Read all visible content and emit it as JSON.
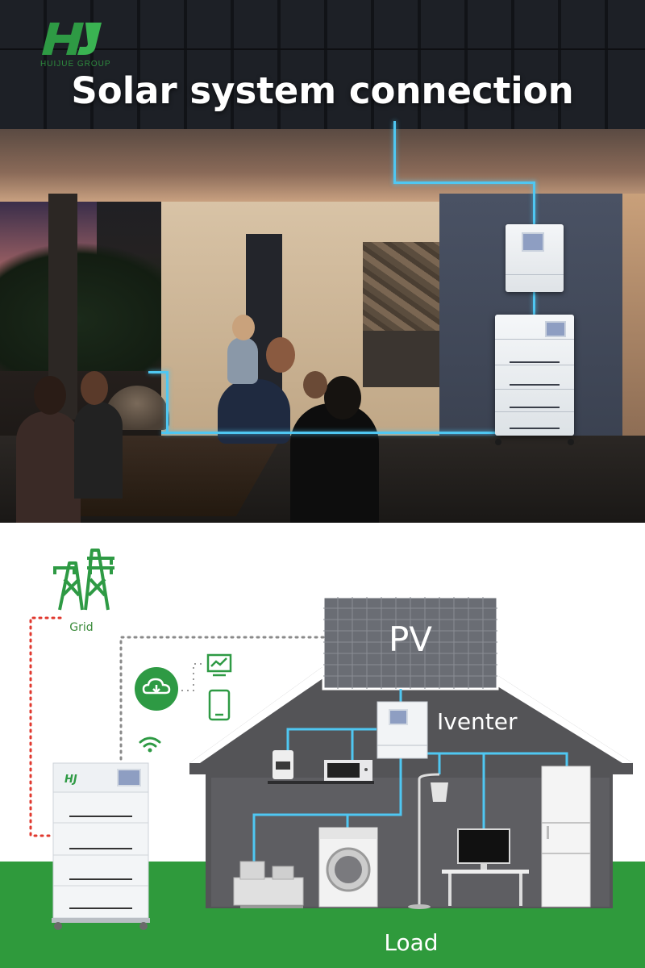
{
  "brand": {
    "logo_text": "HJ",
    "logo_subtitle": "HUIJUE GROUP"
  },
  "headline": "Solar system connection",
  "diagram": {
    "pv_label": "PV",
    "inverter_label": "Iventer",
    "grid_label": "Grid",
    "load_label": "Load"
  },
  "colors": {
    "wire_blue": "#4fc7f2",
    "brand_green": "#2e9a44",
    "house_gray": "#555558",
    "grass_green": "#2f9a3c",
    "grid_red_dotted": "#e0392f"
  },
  "icons": [
    "transmission-tower-icon",
    "cloud-download-icon",
    "monitor-chart-icon",
    "phone-icon",
    "wifi-icon"
  ]
}
